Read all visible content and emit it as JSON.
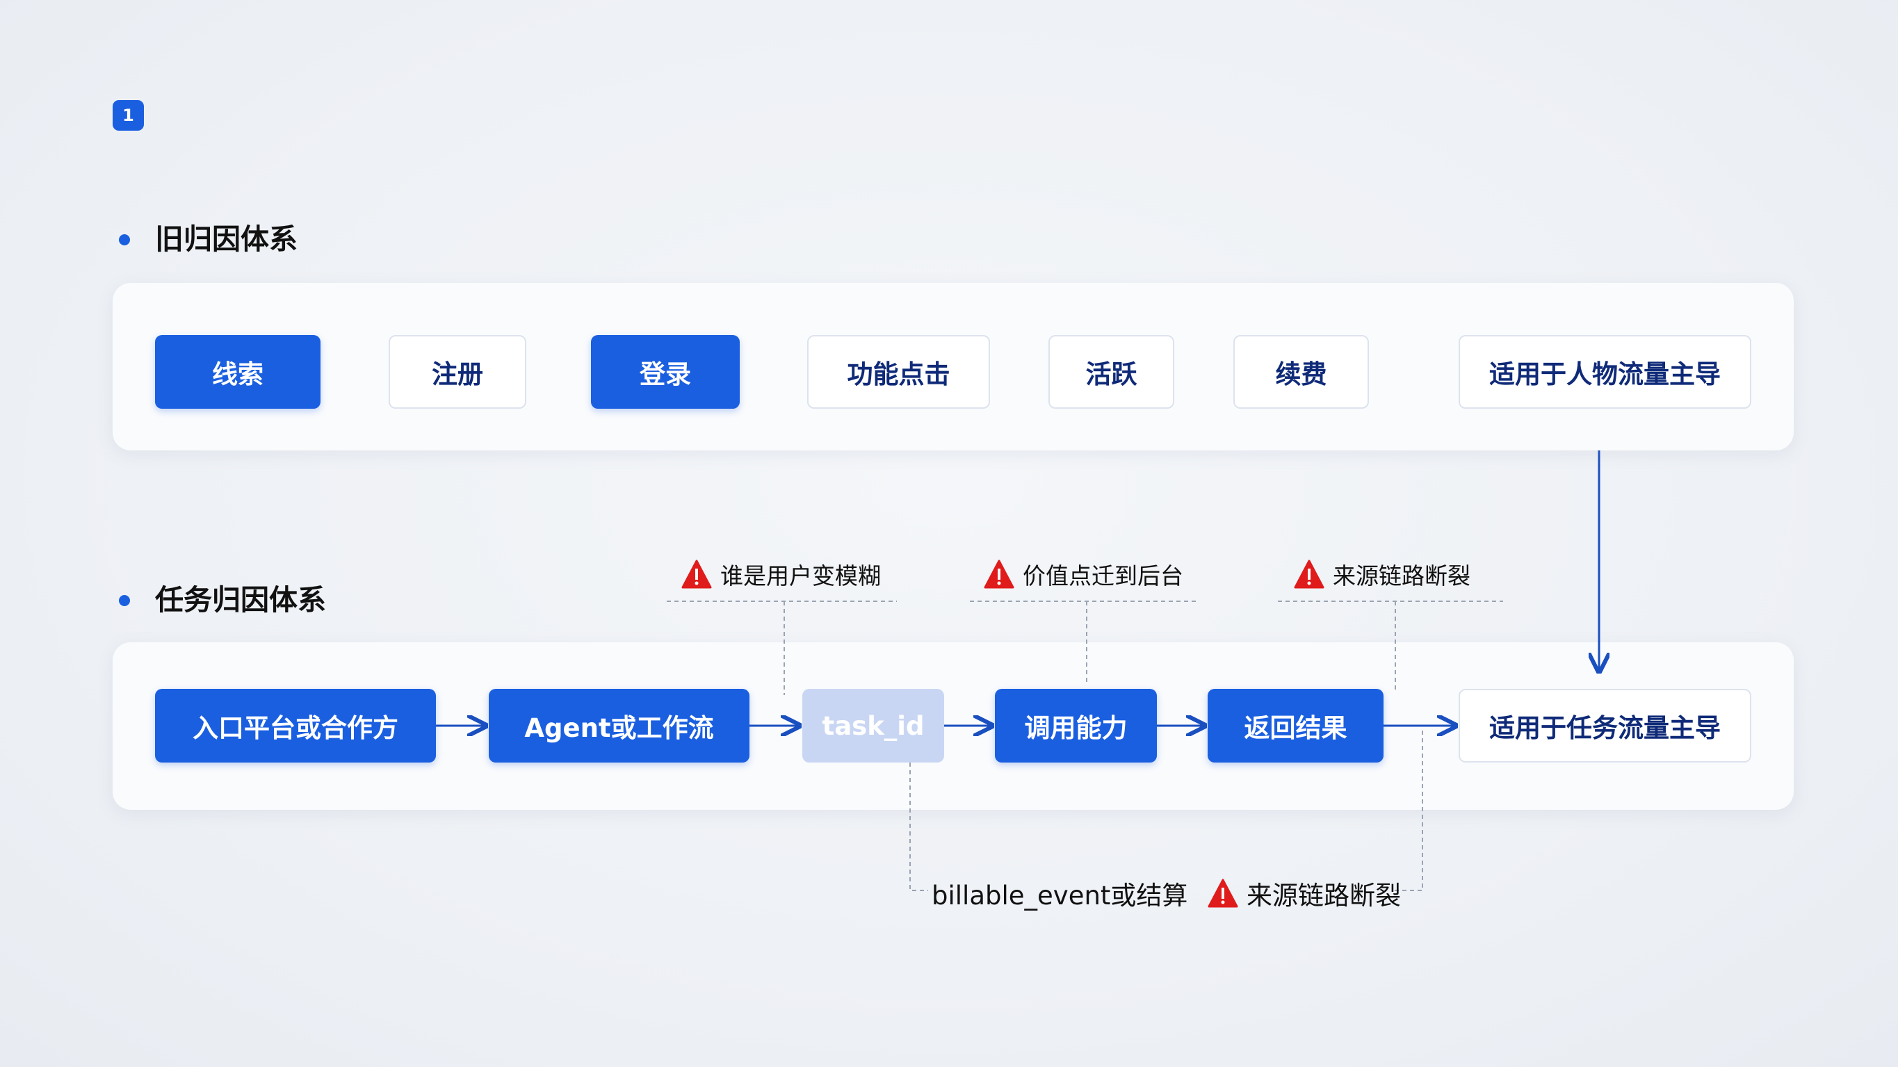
{
  "badge": "1",
  "sections": [
    {
      "title": "旧归因体系",
      "steps": [
        "线索",
        "注册",
        "登录",
        "功能点击",
        "活跃",
        "续费",
        "适用于人物流量主导"
      ]
    },
    {
      "title": "任务归因体系",
      "steps": [
        "入口平台或合作方",
        "Agent或工作流",
        "task_id",
        "调用能力",
        "返回结果",
        "适用于任务流量主导"
      ]
    }
  ],
  "warnings": [
    "谁是用户变模糊",
    "价值点迁到后台",
    "来源链路断裂"
  ],
  "bottom": {
    "label": "billable_event或结算",
    "warning": "来源链路断裂"
  },
  "colors": {
    "accent": "#1a5fe0",
    "warning": "#e01b1b",
    "ghost": "#c9d6f3"
  }
}
